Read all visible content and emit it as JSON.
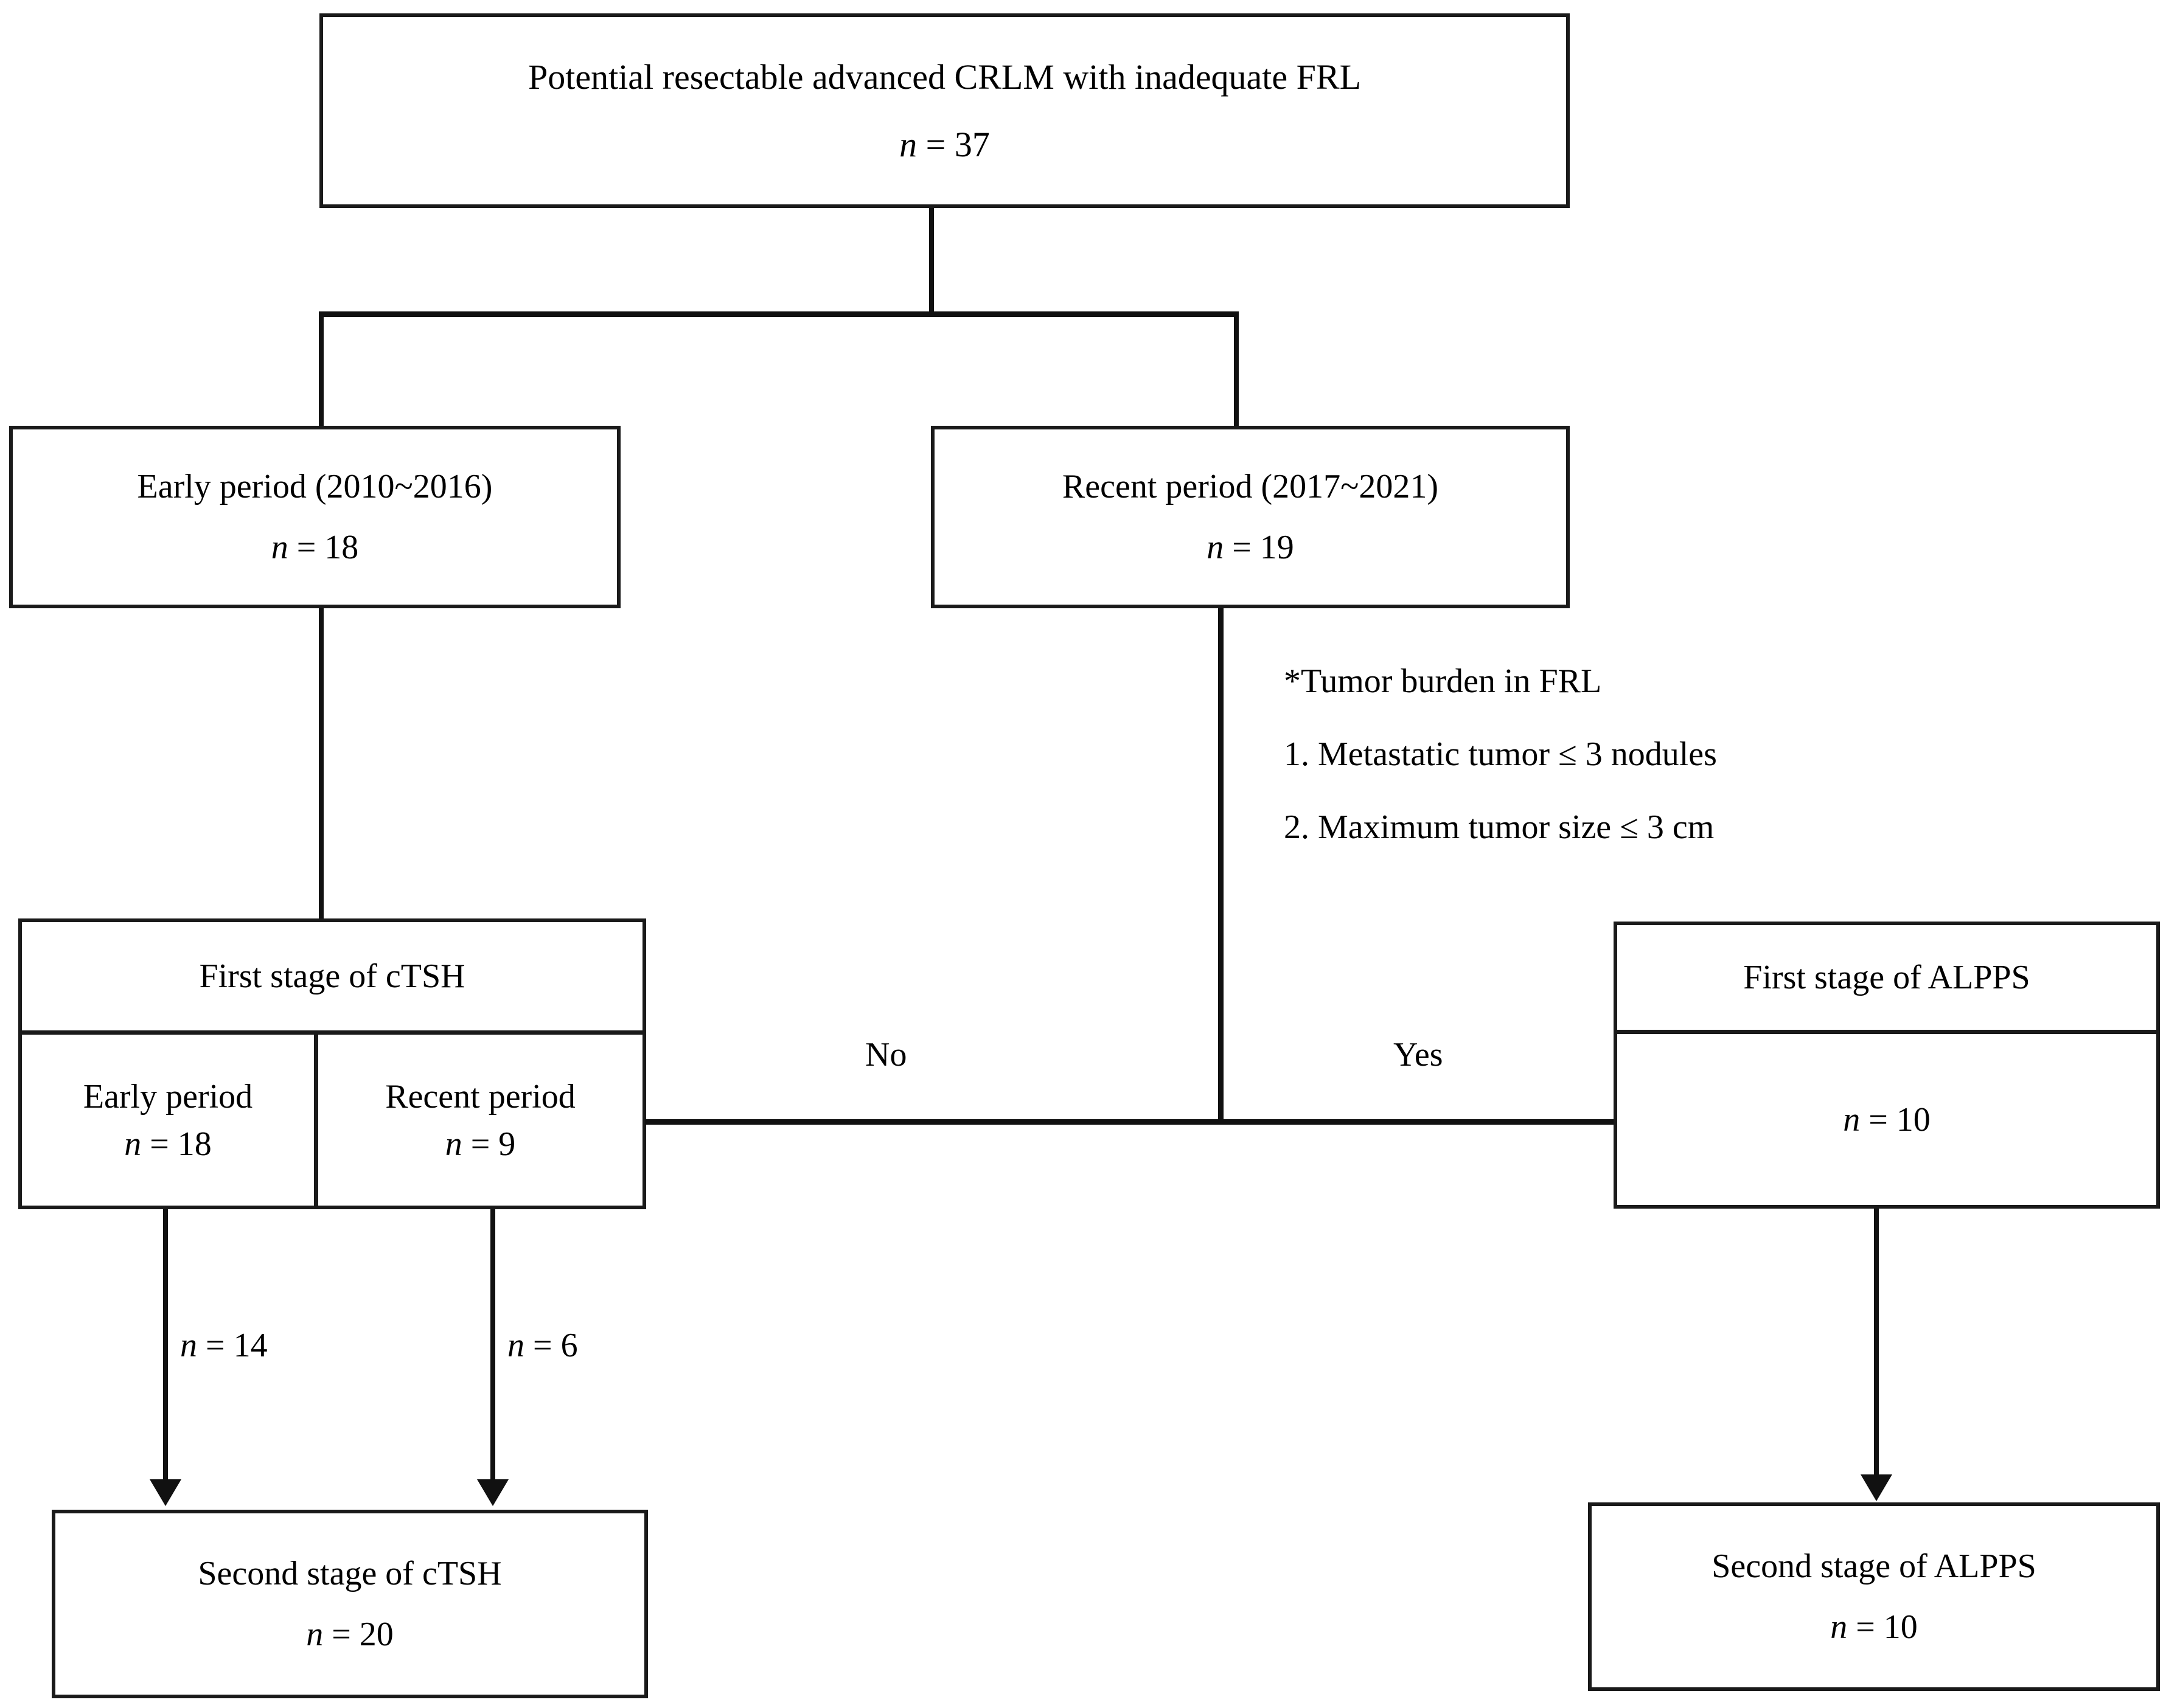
{
  "diagram": {
    "type": "flowchart",
    "title": "Study flow of patients with potentially resectable advanced CRLM and inadequate FRL",
    "colors": {
      "stroke": "#111111",
      "box_border": "#1a1a1a",
      "background": "#ffffff",
      "text": "#000000"
    }
  },
  "nodes": {
    "root": {
      "label": "Potential resectable advanced CRLM with inadequate FRL",
      "n_label": "n",
      "eq": " = ",
      "n_value": "37"
    },
    "early_period": {
      "label": "Early period (2010~2016)",
      "n_label": "n",
      "eq": " = ",
      "n_value": "18"
    },
    "recent_period": {
      "label": "Recent period (2017~2021)",
      "n_label": "n",
      "eq": " = ",
      "n_value": "19"
    },
    "first_stage_ctsh": {
      "header": "First stage of cTSH",
      "cells": [
        {
          "label": "Early period",
          "n_label": "n",
          "eq": " = ",
          "n_value": "18"
        },
        {
          "label": "Recent period",
          "n_label": "n",
          "eq": " = ",
          "n_value": "9"
        }
      ]
    },
    "first_stage_alpps": {
      "header": "First stage of ALPPS",
      "n_label": "n",
      "eq": " = ",
      "n_value": "10"
    },
    "second_stage_ctsh": {
      "label": "Second stage of cTSH",
      "n_label": "n",
      "eq": " = ",
      "n_value": "20"
    },
    "second_stage_alpps": {
      "label": "Second stage of ALPPS",
      "n_label": "n",
      "eq": " = ",
      "n_value": "10"
    }
  },
  "edge_labels": {
    "decision_no": "No",
    "decision_yes": "Yes",
    "ctsh_early_to_second": {
      "n_label": "n",
      "eq": " = ",
      "n_value": "14"
    },
    "ctsh_recent_to_second": {
      "n_label": "n",
      "eq": " = ",
      "n_value": "6"
    }
  },
  "annotation": {
    "title": "*Tumor burden in FRL",
    "items": [
      "1. Metastatic tumor ≤ 3 nodules",
      "2. Maximum tumor size ≤ 3 cm"
    ]
  }
}
